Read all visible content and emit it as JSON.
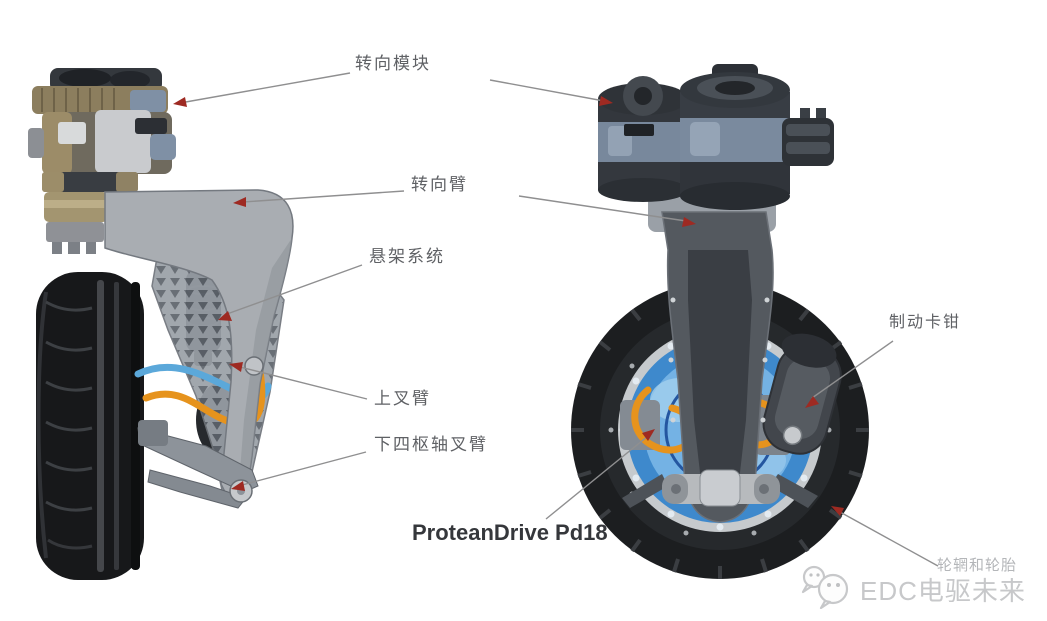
{
  "page": {
    "background": "#ffffff"
  },
  "annotations": {
    "steering_module": {
      "label": "转向模块"
    },
    "steering_arm": {
      "label": "转向臂"
    },
    "suspension_system": {
      "label": "悬架系统"
    },
    "upper_fork_arm": {
      "label": "上叉臂"
    },
    "lower_fork_arm": {
      "label": "下四枢轴叉臂"
    },
    "brake_caliper": {
      "label": "制动卡钳"
    },
    "motor": {
      "label": "ProteanDrive Pd18"
    },
    "rim_and_tire": {
      "label": "轮辋和轮胎"
    }
  },
  "watermark": {
    "icon": "wechat-logo",
    "text": "EDC电驱未来"
  },
  "colors": {
    "arrow_red": "#9e2a22",
    "leader_gray": "#8f8f90",
    "label_text": "#5f6165",
    "motor_blue": "#3e89cc",
    "motor_blue_light": "#74b2e4",
    "cable_orange": "#e6931d",
    "cable_blue": "#5ba8da",
    "tire_black": "#1c1e20",
    "arm_gray": "#54595f",
    "faint_label": "#b4b6b9",
    "watermark_gray": "#c7c8ca"
  }
}
